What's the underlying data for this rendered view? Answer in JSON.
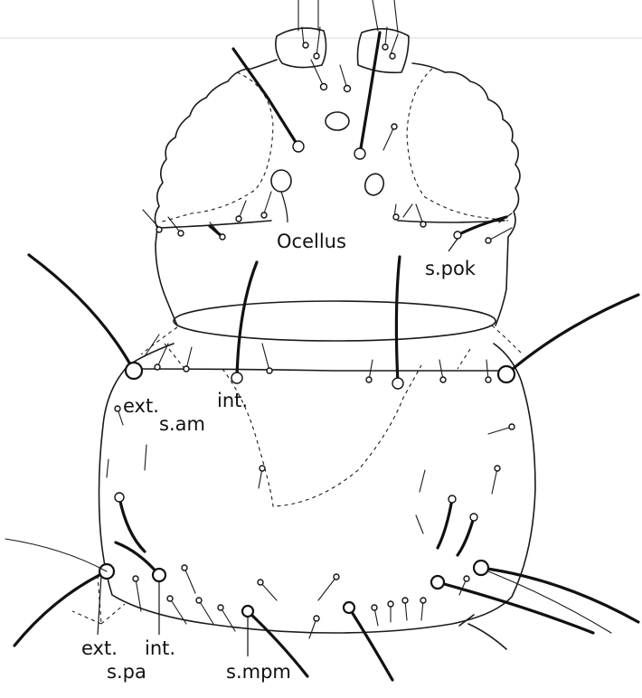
{
  "labels": {
    "ocellus": "Ocellus",
    "s_pok": "s.pok",
    "ext_am": "ext.",
    "int_am": "int.",
    "s_am": "s.am",
    "ext_pa": "ext.",
    "int_pa": "int.",
    "s_pa": "s.pa",
    "s_mpm": "s.mpm"
  },
  "colors": {
    "ink": "#111111",
    "paper": "#ffffff"
  }
}
